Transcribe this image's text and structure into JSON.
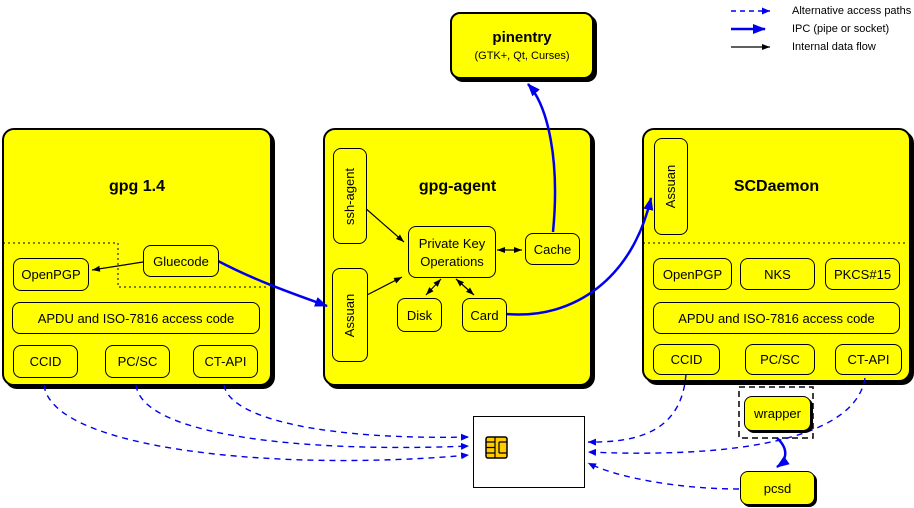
{
  "legend": {
    "items": [
      {
        "id": "alternative",
        "label": "Alternative access paths"
      },
      {
        "id": "ipc",
        "label": "IPC (pipe or socket)"
      },
      {
        "id": "internal",
        "label": "Internal data flow"
      }
    ]
  },
  "pinentry": {
    "title": "pinentry",
    "subtitle": "(GTK+, Qt, Curses)"
  },
  "gpg14": {
    "title": "gpg 1.4",
    "boxes": {
      "gluecode": "Gluecode",
      "openpgp": "OpenPGP",
      "apdu": "APDU and ISO-7816 access code",
      "ccid": "CCID",
      "pcsc": "PC/SC",
      "ctapi": "CT-API"
    }
  },
  "gpgagent": {
    "title": "gpg-agent",
    "boxes": {
      "sshagent": "ssh-agent",
      "assuan": "Assuan",
      "pko_line1": "Private Key",
      "pko_line2": "Operations",
      "cache": "Cache",
      "disk": "Disk",
      "card": "Card"
    }
  },
  "scdaemon": {
    "title": "SCDaemon",
    "boxes": {
      "assuan": "Assuan",
      "openpgp": "OpenPGP",
      "nks": "NKS",
      "pkcs15": "PKCS#15",
      "apdu": "APDU and ISO-7816 access code",
      "ccid": "CCID",
      "pcsc": "PC/SC",
      "ctapi": "CT-API"
    }
  },
  "peripherals": {
    "wrapper": "wrapper",
    "pcsd": "pcsd"
  },
  "colors": {
    "box_fill": "#ffff00",
    "line_blue": "#0000ee",
    "line_black": "#000000",
    "chip_gold": "#ffcc00",
    "card_bg": "#ffffff"
  }
}
